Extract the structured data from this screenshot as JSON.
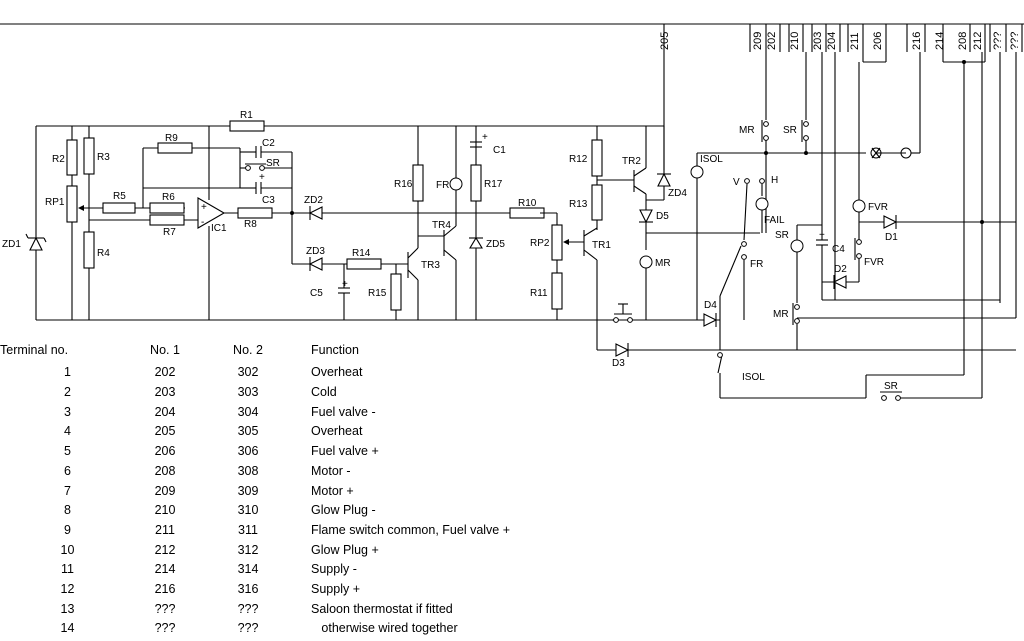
{
  "terminal_table": {
    "headers": [
      "Terminal no.",
      "No. 1",
      "No. 2",
      "Function"
    ],
    "rows": [
      [
        "1",
        "202",
        "302",
        "Overheat"
      ],
      [
        "2",
        "203",
        "303",
        "Cold"
      ],
      [
        "3",
        "204",
        "304",
        "Fuel valve -"
      ],
      [
        "4",
        "205",
        "305",
        "Overheat"
      ],
      [
        "5",
        "206",
        "306",
        "Fuel valve +"
      ],
      [
        "6",
        "208",
        "308",
        "Motor -"
      ],
      [
        "7",
        "209",
        "309",
        "Motor +"
      ],
      [
        "8",
        "210",
        "310",
        "Glow Plug -"
      ],
      [
        "9",
        "211",
        "311",
        "Flame switch common, Fuel valve +"
      ],
      [
        "10",
        "212",
        "312",
        "Glow Plug +"
      ],
      [
        "11",
        "214",
        "314",
        "Supply -"
      ],
      [
        "12",
        "216",
        "316",
        "Supply +"
      ],
      [
        "13",
        "???",
        "???",
        "Saloon thermostat if fitted"
      ],
      [
        "14",
        "???",
        "???",
        "   otherwise wired together"
      ]
    ]
  },
  "schematic": {
    "terminal_numbers": [
      "205",
      "209",
      "202",
      "210",
      "203",
      "204",
      "211",
      "206",
      "216",
      "214",
      "208",
      "212",
      "???",
      "???"
    ],
    "labels": {
      "ZD1": "ZD1",
      "RP1": "RP1",
      "R2": "R2",
      "R3": "R3",
      "R4": "R4",
      "R5": "R5",
      "R6": "R6",
      "R7": "R7",
      "R8": "R8",
      "R9": "R9",
      "R1": "R1",
      "C2": "C2",
      "C3": "C3",
      "SR_a": "SR",
      "IC1": "IC1",
      "ZD2": "ZD2",
      "ZD3": "ZD3",
      "R14": "R14",
      "C5": "C5",
      "R15": "R15",
      "TR3": "TR3",
      "R16": "R16",
      "FR": "FR",
      "C1": "C1",
      "R17": "R17",
      "TR4": "TR4",
      "ZD5": "ZD5",
      "R10": "R10",
      "RP2": "RP2",
      "R11": "R11",
      "R12": "R12",
      "R13": "R13",
      "TR1": "TR1",
      "TR2": "TR2",
      "ZD4": "ZD4",
      "D5": "D5",
      "MR": "MR",
      "ISOL_a": "ISOL",
      "D4": "D4",
      "D3": "D3",
      "ISOL_b": "ISOL",
      "MR_a": "MR",
      "SR_b": "SR",
      "V": "V",
      "H": "H",
      "FAIL": "FAIL",
      "FR_b": "FR",
      "FVR_a": "FVR",
      "D1": "D1",
      "SR_c": "SR",
      "C4": "C4",
      "D2": "D2",
      "FVR_b": "FVR",
      "MR_b": "MR",
      "SR_d": "SR"
    },
    "polarity_marks": [
      "+",
      "+",
      "+",
      "+"
    ]
  }
}
